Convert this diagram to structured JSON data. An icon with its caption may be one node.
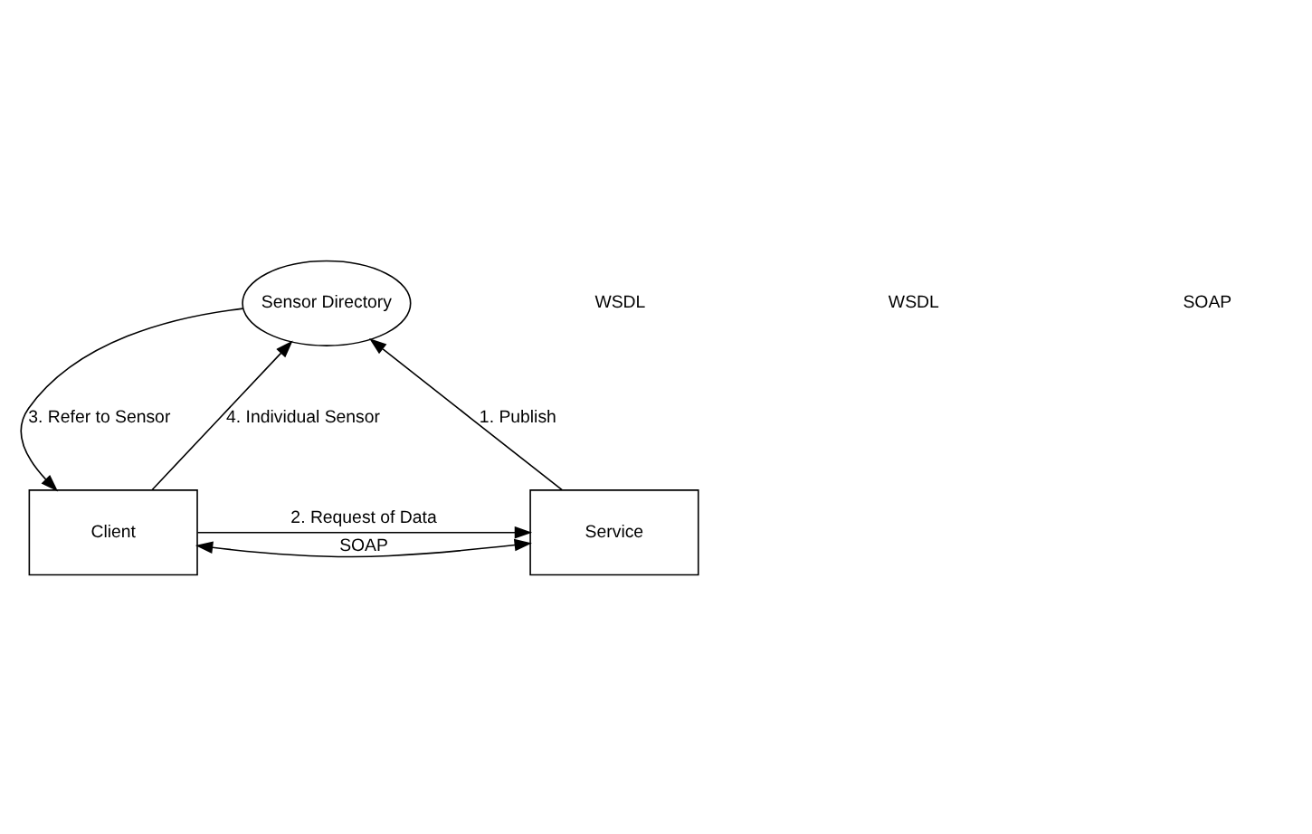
{
  "diagram": {
    "nodes": [
      {
        "text": [
          "Sensor Directory"
        ]
      },
      {
        "text": [
          "Service"
        ]
      },
      {
        "text": [
          "Client"
        ]
      }
    ],
    "edges": [
      {
        "from": 1,
        "to": 0,
        "arrow": "to",
        "label": "1. Publish"
      },
      {
        "from": 0,
        "to": 2,
        "arrow": "to",
        "label": "3. Refer to Sensor"
      },
      {
        "from": 2,
        "to": 0,
        "arrow": "to",
        "label": "4. Individual Sensor"
      },
      {
        "from": 2,
        "to": 1,
        "arrow": "to",
        "label": "2. Request of Data"
      },
      {
        "from": 1,
        "to": 2,
        "arrow": "both",
        "label": "SOAP"
      }
    ],
    "labels": [
      "WSDL",
      "WSDL",
      "SOAP"
    ]
  }
}
